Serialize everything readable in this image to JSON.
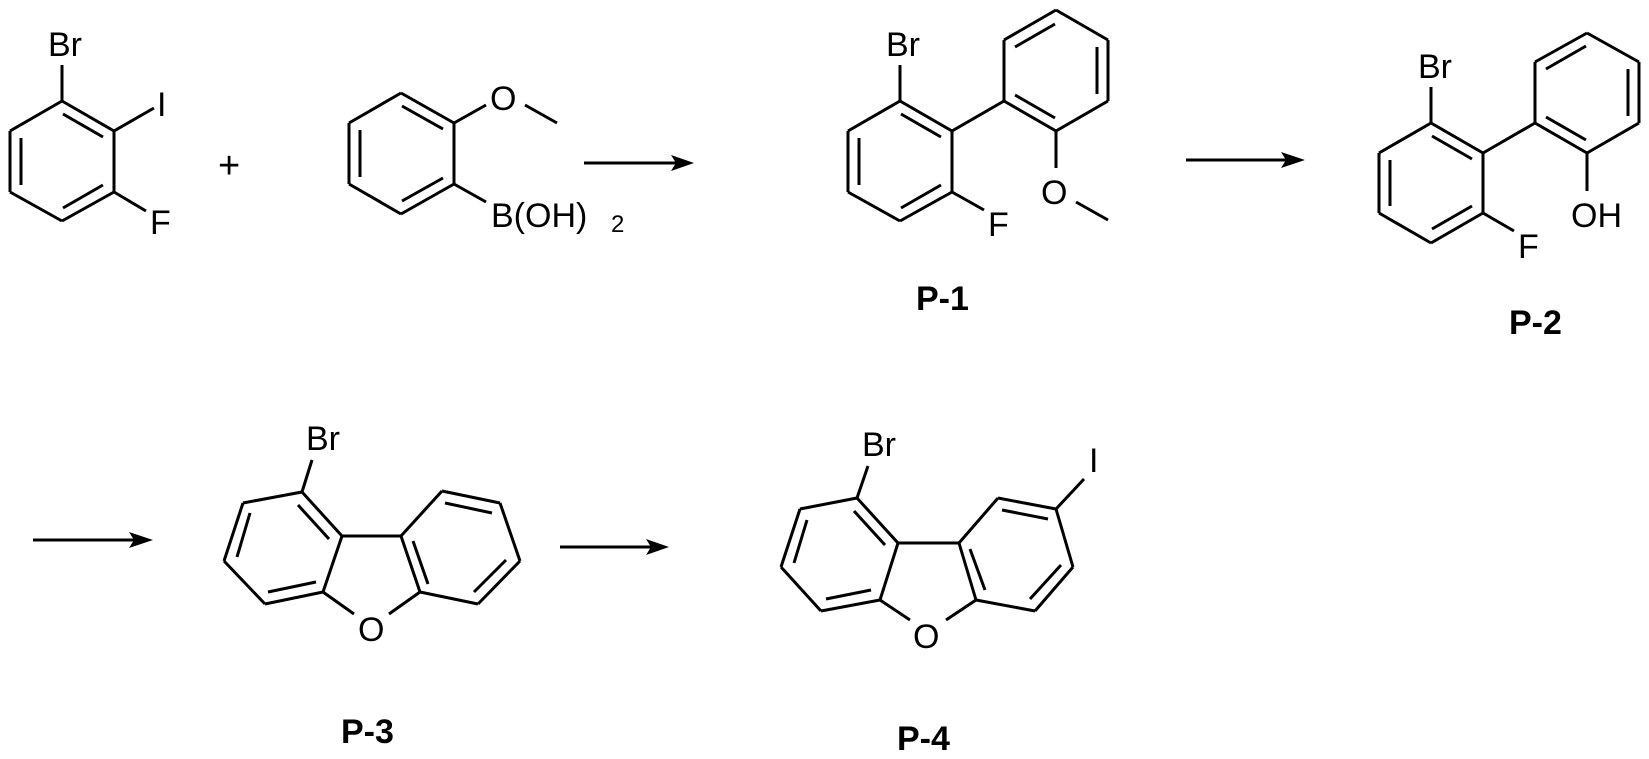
{
  "scheme": {
    "type": "reaction-scheme",
    "plus_sign": "+",
    "starting_materials": [
      {
        "id": "sm1",
        "name": "1-bromo-3-fluoro-2-iodobenzene",
        "labels": {
          "br": "Br",
          "i": "I",
          "f": "F"
        }
      },
      {
        "id": "sm2",
        "name": "2-methoxyphenylboronic acid",
        "labels": {
          "o": "O",
          "boron": "B(OH)",
          "boron_sub": "2"
        }
      }
    ],
    "products": [
      {
        "id": "P-1",
        "label": "P-1",
        "atoms": {
          "br": "Br",
          "f": "F",
          "o": "O"
        }
      },
      {
        "id": "P-2",
        "label": "P-2",
        "atoms": {
          "br": "Br",
          "f": "F",
          "oh": "OH"
        }
      },
      {
        "id": "P-3",
        "label": "P-3",
        "atoms": {
          "br": "Br",
          "o": "O"
        }
      },
      {
        "id": "P-4",
        "label": "P-4",
        "atoms": {
          "br": "Br",
          "i": "I",
          "o": "O"
        }
      }
    ],
    "arrows": [
      {
        "from": "sm1+sm2",
        "to": "P-1"
      },
      {
        "from": "P-1",
        "to": "P-2"
      },
      {
        "from": "P-2",
        "to": "P-3"
      },
      {
        "from": "P-3",
        "to": "P-4"
      }
    ]
  }
}
